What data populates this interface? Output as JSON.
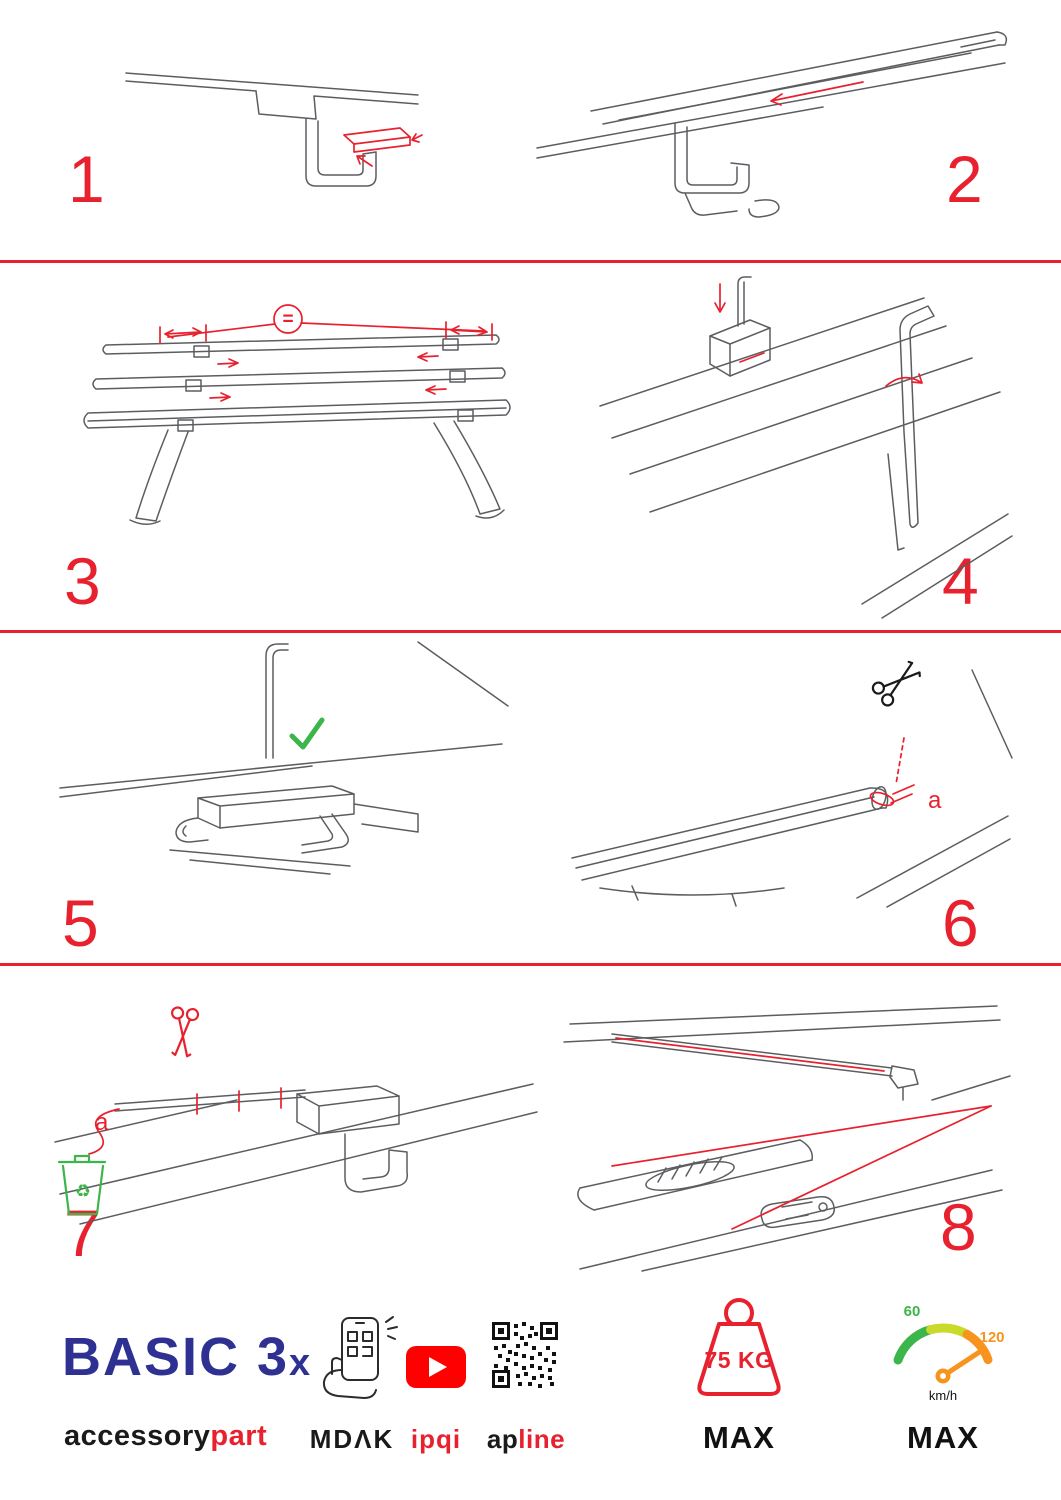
{
  "page": {
    "background": "#ffffff",
    "accent_red": "#e8212e",
    "brand_navy": "#2e3192",
    "green": "#3cb54a",
    "orange": "#f7941d"
  },
  "steps": [
    {
      "number": "1"
    },
    {
      "number": "2"
    },
    {
      "number": "3",
      "equal_spacing_label": "="
    },
    {
      "number": "4"
    },
    {
      "number": "5"
    },
    {
      "number": "6",
      "cut_point_label": "a"
    },
    {
      "number": "7",
      "cut_point_label": "a"
    },
    {
      "number": "8"
    }
  ],
  "icons": {
    "recycle": "♻"
  },
  "footer": {
    "brand_name": "BASIC 3",
    "brand_suffix": "x",
    "brand_sub_black": "accessory",
    "brand_sub_red": "part",
    "partner_mdak": "MDΛK",
    "partner_ipqi": "ipqi",
    "partner_apline_black": "ap",
    "partner_apline_red": "line",
    "weight_limit": "75 KG",
    "weight_max_label": "MAX",
    "speed_low": "60",
    "speed_high": "120",
    "speed_unit": "km/h",
    "speed_max_label": "MAX"
  }
}
